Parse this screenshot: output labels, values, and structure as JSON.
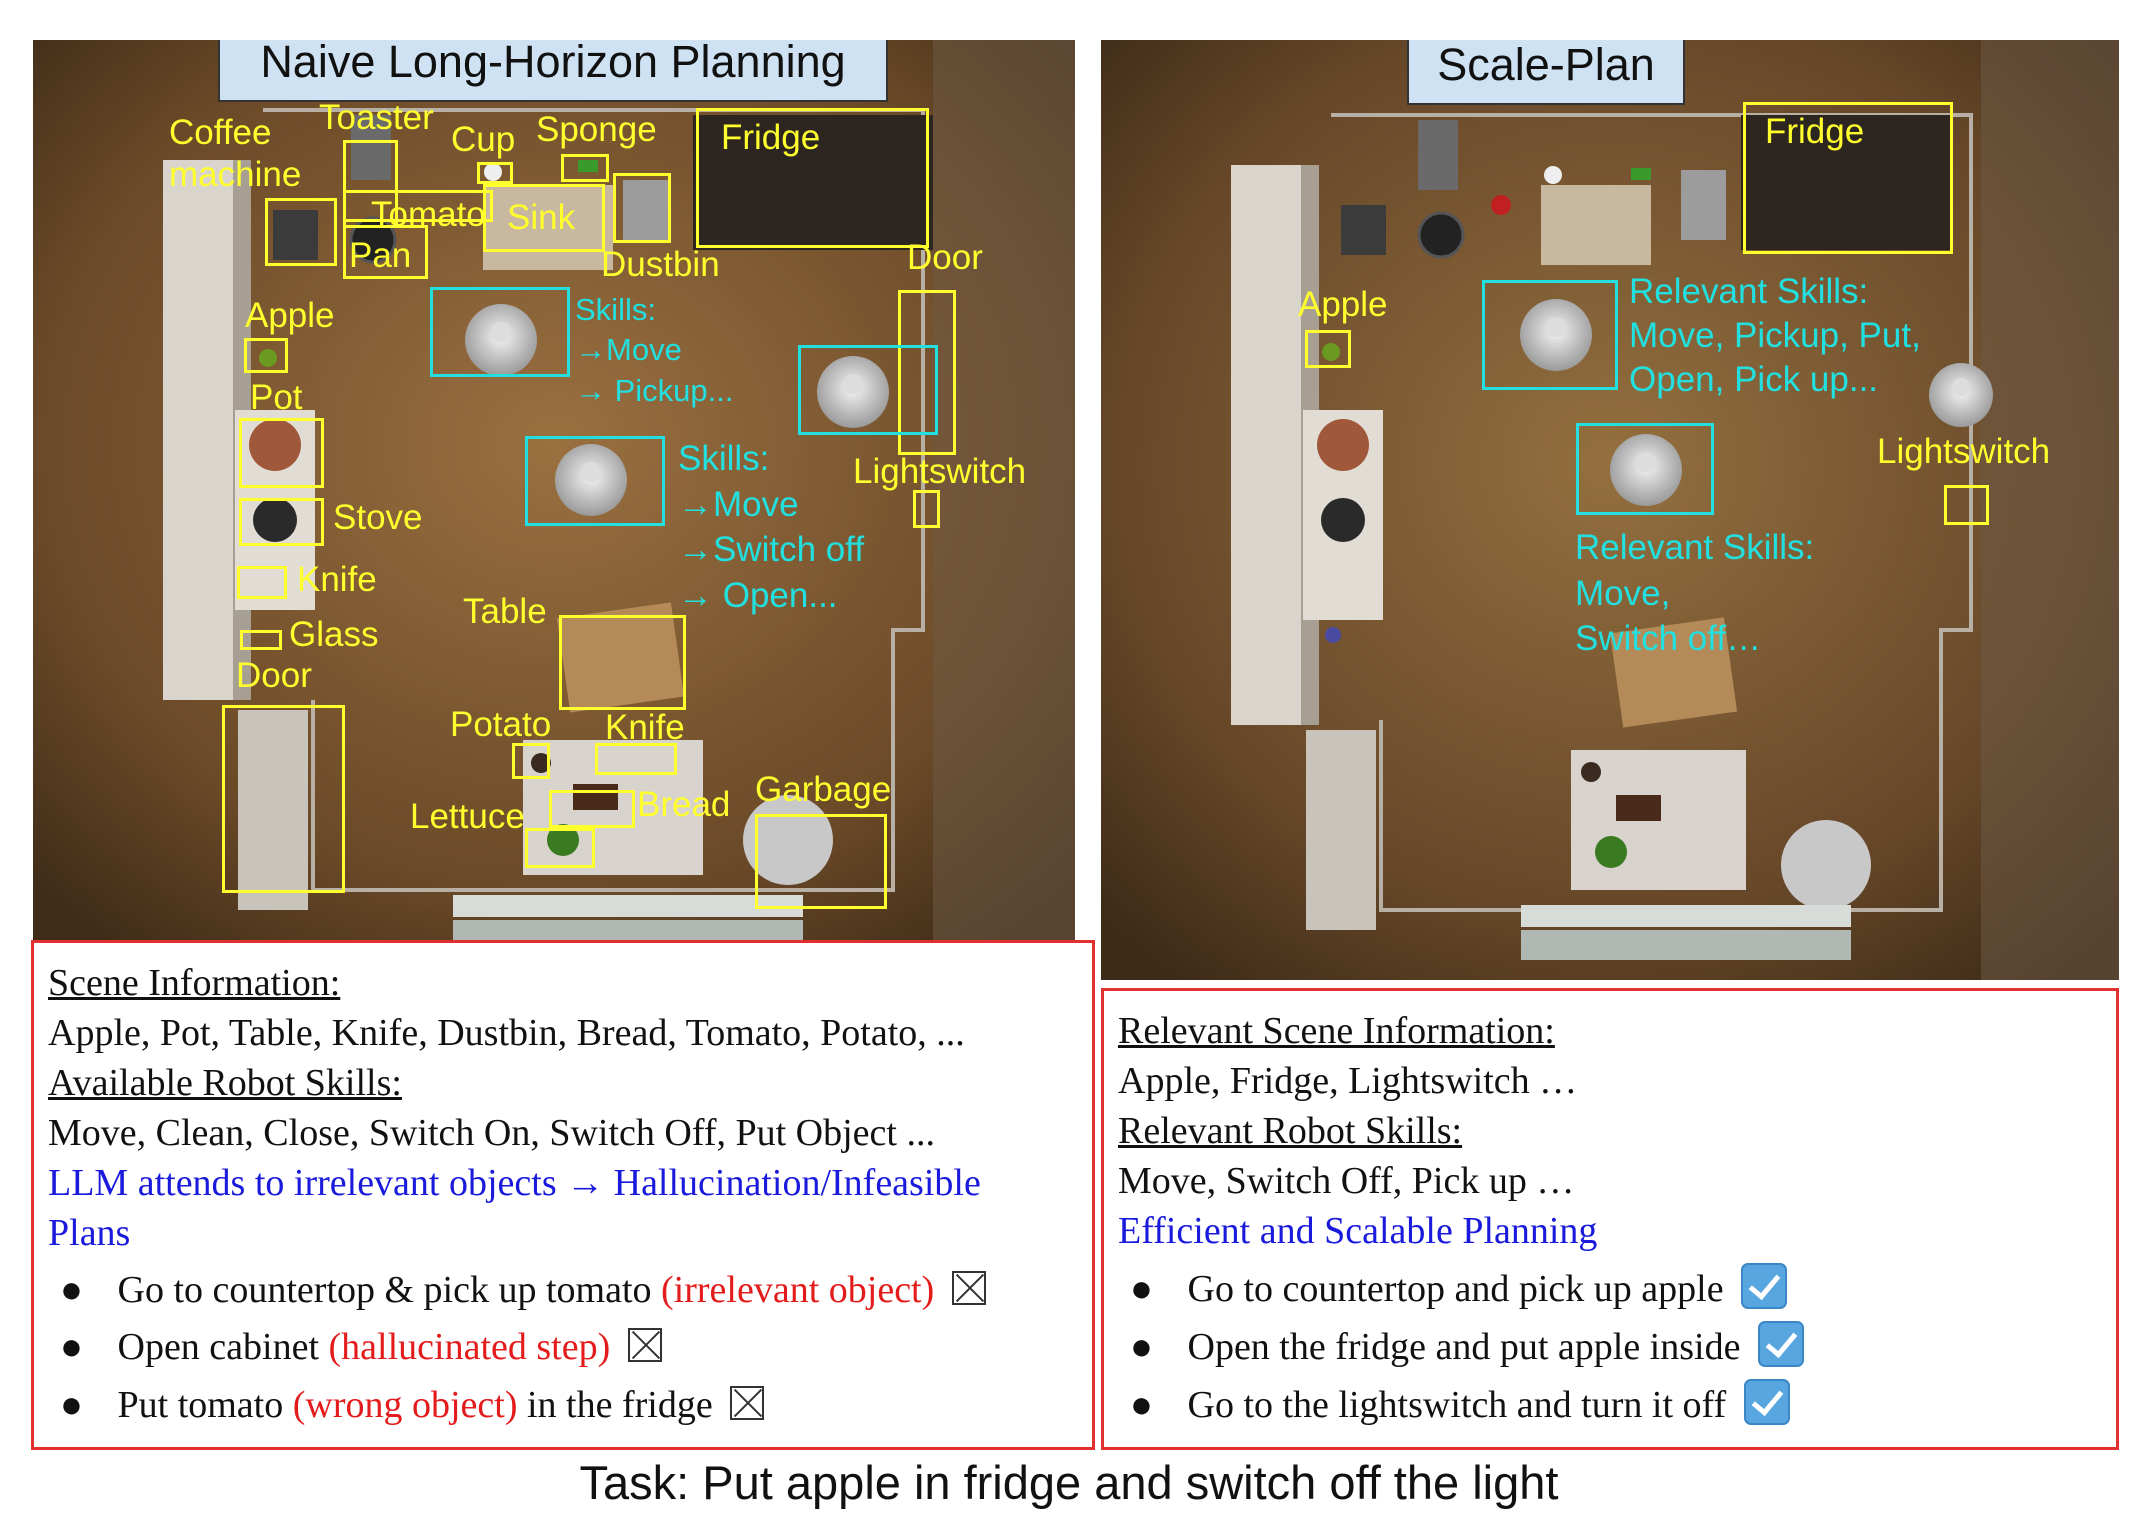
{
  "left": {
    "title": "Naive Long-Horizon Planning",
    "objects": {
      "coffee_machine": "Coffee\nmachine",
      "toaster": "Toaster",
      "cup": "Cup",
      "sponge": "Sponge",
      "fridge": "Fridge",
      "tomato": "Tomato",
      "sink": "Sink",
      "pan": "Pan",
      "dustbin": "Dustbin",
      "door_right": "Door",
      "apple": "Apple",
      "pot": "Pot",
      "stove": "Stove",
      "knife_left": "Knife",
      "glass": "Glass",
      "door_left": "Door",
      "lightswitch": "Lightswitch",
      "table": "Table",
      "potato": "Potato",
      "knife_center": "Knife",
      "lettuce": "Lettuce",
      "bread": "Bread",
      "garbage": "Garbage"
    },
    "skills_a": [
      "Skills:",
      "→Move",
      "→ Pickup..."
    ],
    "skills_b": [
      "Skills:",
      "→Move",
      "→Switch off",
      "→ Open..."
    ],
    "info": {
      "scene_heading": "Scene Information:",
      "scene_items": "Apple, Pot, Table, Knife, Dustbin, Bread, Tomato, Potato, ...",
      "skills_heading": "Available Robot Skills:",
      "skills_items": "Move, Clean, Close, Switch On, Switch Off, Put Object ...",
      "note_line1": "LLM attends to irrelevant objects → Hallucination/Infeasible",
      "note_line2": "Plans",
      "step1_a": "Go to countertop & pick up tomato",
      "step1_b": "(irrelevant object)",
      "step2_a": "Open cabinet",
      "step2_b": "(hallucinated step)",
      "step3_a": "Put tomato",
      "step3_b": "(wrong object)",
      "step3_c": "in the fridge",
      "bullet": "●"
    }
  },
  "right": {
    "title": "Scale-Plan",
    "objects": {
      "fridge": "Fridge",
      "apple": "Apple",
      "lightswitch": "Lightswitch"
    },
    "skills_a": [
      "Relevant Skills:",
      "Move, Pickup, Put,",
      "Open, Pick up..."
    ],
    "skills_b": [
      "Relevant Skills:",
      "Move,",
      "Switch off…"
    ],
    "info": {
      "scene_heading": "Relevant Scene Information:",
      "scene_items": "Apple, Fridge, Lightswitch …",
      "skills_heading": "Relevant Robot Skills:",
      "skills_items": "Move, Switch Off, Pick up …",
      "note_line1": "Efficient and Scalable Planning",
      "step1": "Go to countertop and pick up apple",
      "step2": "Open the fridge and put apple inside",
      "step3": "Go to the lightswitch and turn it off",
      "bullet": "●"
    }
  },
  "task": "Task: Put apple in fridge and switch off the light",
  "colors": {
    "label_yellow": "#ffff2e",
    "label_cyan": "#22e0e0",
    "box_red": "#e03030",
    "text_blue": "#1a1adc",
    "text_red": "#e31b1b",
    "title_bg": "#cfe2f3"
  }
}
